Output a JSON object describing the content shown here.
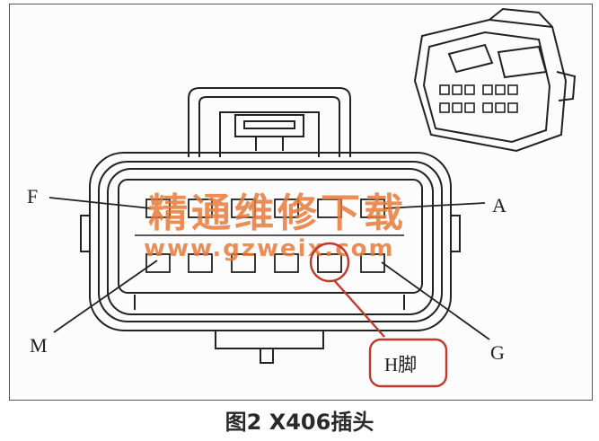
{
  "figure": {
    "caption": "图2 X406插头",
    "pin_labels": {
      "F": "F",
      "A": "A",
      "M": "M",
      "G": "G"
    },
    "callout": "H脚",
    "watermark": {
      "title": "精通维修下载",
      "url": "www.gzweix.com"
    },
    "colors": {
      "line": "#222222",
      "callout": "#c0392b",
      "watermark": "#e87a3a"
    }
  }
}
